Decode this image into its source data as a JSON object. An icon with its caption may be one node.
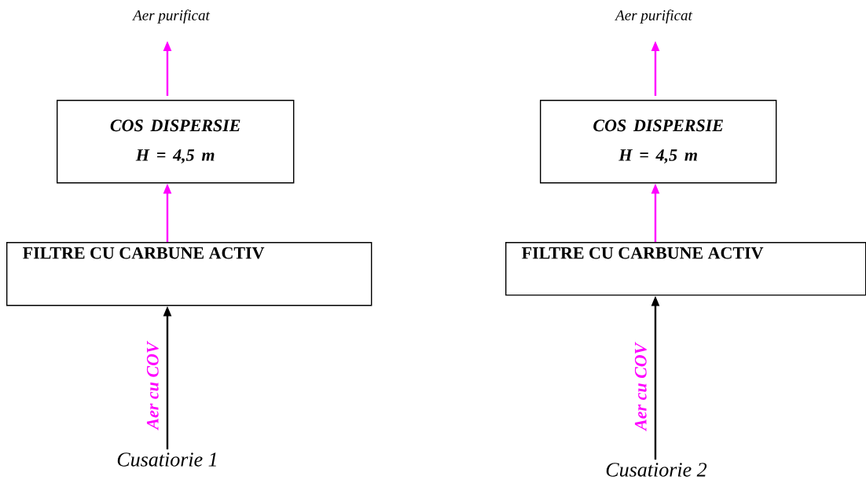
{
  "diagram": {
    "nodes": [
      {
        "text": [
          "Aer purificat"
        ]
      },
      {
        "text": [
          "Aer purificat"
        ]
      },
      {
        "text": [
          "COS DISPERSIE",
          "H = 4,5  m"
        ]
      },
      {
        "text": [
          "COS DISPERSIE",
          "H = 4,5  m"
        ]
      },
      {
        "text": [
          "FILTRE CU CARBUNE ACTIV"
        ]
      },
      {
        "text": [
          "FILTRE CU CARBUNE ACTIV"
        ]
      },
      {
        "text": [
          "Cusatiorie 1"
        ]
      },
      {
        "text": [
          "Cusatiorie 2"
        ]
      }
    ],
    "edges": [
      {
        "from": 2,
        "to": 0,
        "arrow": "to",
        "color": "#ff00ff"
      },
      {
        "from": 4,
        "to": 2,
        "arrow": "to",
        "color": "#ff00ff"
      },
      {
        "from": 6,
        "to": 4,
        "arrow": "to",
        "label": "Aer cu COV",
        "color": "#000000"
      },
      {
        "from": 3,
        "to": 1,
        "arrow": "to",
        "color": "#ff00ff"
      },
      {
        "from": 5,
        "to": 3,
        "arrow": "to",
        "color": "#ff00ff"
      },
      {
        "from": 7,
        "to": 5,
        "arrow": "to",
        "label": "Aer cu COV",
        "color": "#000000"
      }
    ]
  }
}
